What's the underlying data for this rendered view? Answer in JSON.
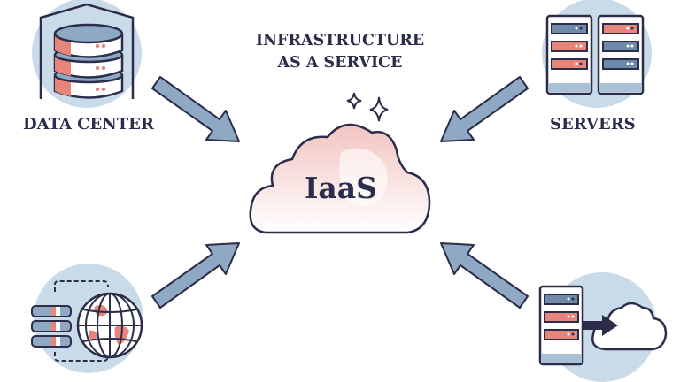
{
  "diagram": {
    "title_line1": "INFRASTRUCTURE",
    "title_line2": "AS A SERVICE",
    "center": {
      "label": "IaaS",
      "icon": "cloud-icon"
    },
    "nodes": [
      {
        "id": "data-center",
        "label": "DATA CENTER",
        "icon": "database-building-icon",
        "position": "top-left"
      },
      {
        "id": "servers",
        "label": "SERVERS",
        "icon": "server-racks-icon",
        "position": "top-right"
      },
      {
        "id": "network",
        "label": "",
        "icon": "globe-storage-icon",
        "position": "bottom-left"
      },
      {
        "id": "cloud-migration",
        "label": "",
        "icon": "server-to-cloud-icon",
        "position": "bottom-right"
      }
    ],
    "arrows": [
      {
        "from": "data-center",
        "to": "center",
        "direction": "down-right"
      },
      {
        "from": "servers",
        "to": "center",
        "direction": "down-left"
      },
      {
        "from": "network",
        "to": "center",
        "direction": "up-right"
      },
      {
        "from": "cloud-migration",
        "to": "center",
        "direction": "up-left"
      }
    ],
    "colors": {
      "outline": "#2b2d4a",
      "arrow_fill": "#8fa9c4",
      "accent": "#e8857a",
      "circle_bg": "#c9dbe8",
      "cloud_tint": "#f5d2cf"
    }
  }
}
